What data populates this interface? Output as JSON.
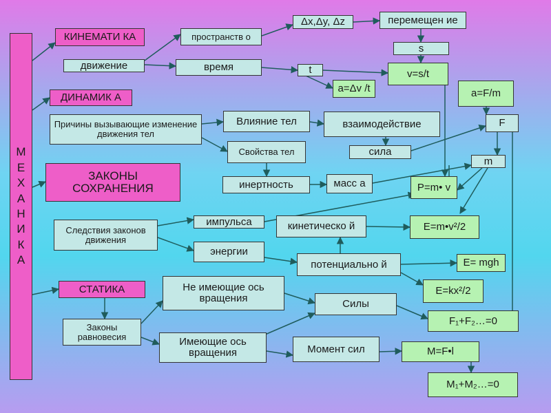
{
  "colors": {
    "pink_box": "#ee5ec8",
    "teal_box": "#c4e8e6",
    "green_box": "#b6f2b2",
    "bg_top": "#e07ae8",
    "bg_mid": "#52d6ee",
    "bg_bottom": "#b79cf0",
    "arrow": "#1f5c5c"
  },
  "mechanics_letters": [
    "М",
    "Е",
    "Х",
    "А",
    "Н",
    "И",
    "К",
    "А"
  ],
  "sections": {
    "kinematics": "КИНЕМАТИ КА",
    "dynamics": "ДИНАМИК А",
    "conservation_laws": "ЗАКОНЫ СОХРАНЕНИЯ",
    "statics": "СТАТИКА"
  },
  "kinematics": {
    "movement": "движение",
    "space": "пространств о",
    "time": "время",
    "delta": "Δx,Δy, Δz",
    "displacement": "перемещен ие",
    "s": "s",
    "t": "t",
    "accel": "a=Δv /t",
    "velocity": "v=s/t"
  },
  "dynamics": {
    "causes": "Причины вызывающие изменение движения тел",
    "influence": "Влияние тел",
    "properties": "Свойства тел",
    "interaction": "взаимодействие",
    "force": "сила",
    "inertness": "инертность",
    "mass": "масс а",
    "newton2": "a=F/m",
    "f": "F",
    "m": "m",
    "momentum_formula": "P=m• v"
  },
  "conservation": {
    "consequences": "Следствия законов движения",
    "momentum": "импульса",
    "energy": "энергии",
    "kinetic": "кинетическо й",
    "potential": "потенциально й",
    "kinetic_formula": "E=m•v²/2",
    "potential_formula": "E= mgh",
    "elastic_formula": "E=kx²/2"
  },
  "statics": {
    "equilibrium_laws": "Законы равновесия",
    "no_axis": "Не имеющие ось вращения",
    "with_axis": "Имеющие ось вращения",
    "forces": "Силы",
    "moment": "Момент сил",
    "forces_sum": "F₁+F₂…=0",
    "moment_formula": "M=F•l",
    "moments_sum": "M₁+M₂…=0"
  }
}
